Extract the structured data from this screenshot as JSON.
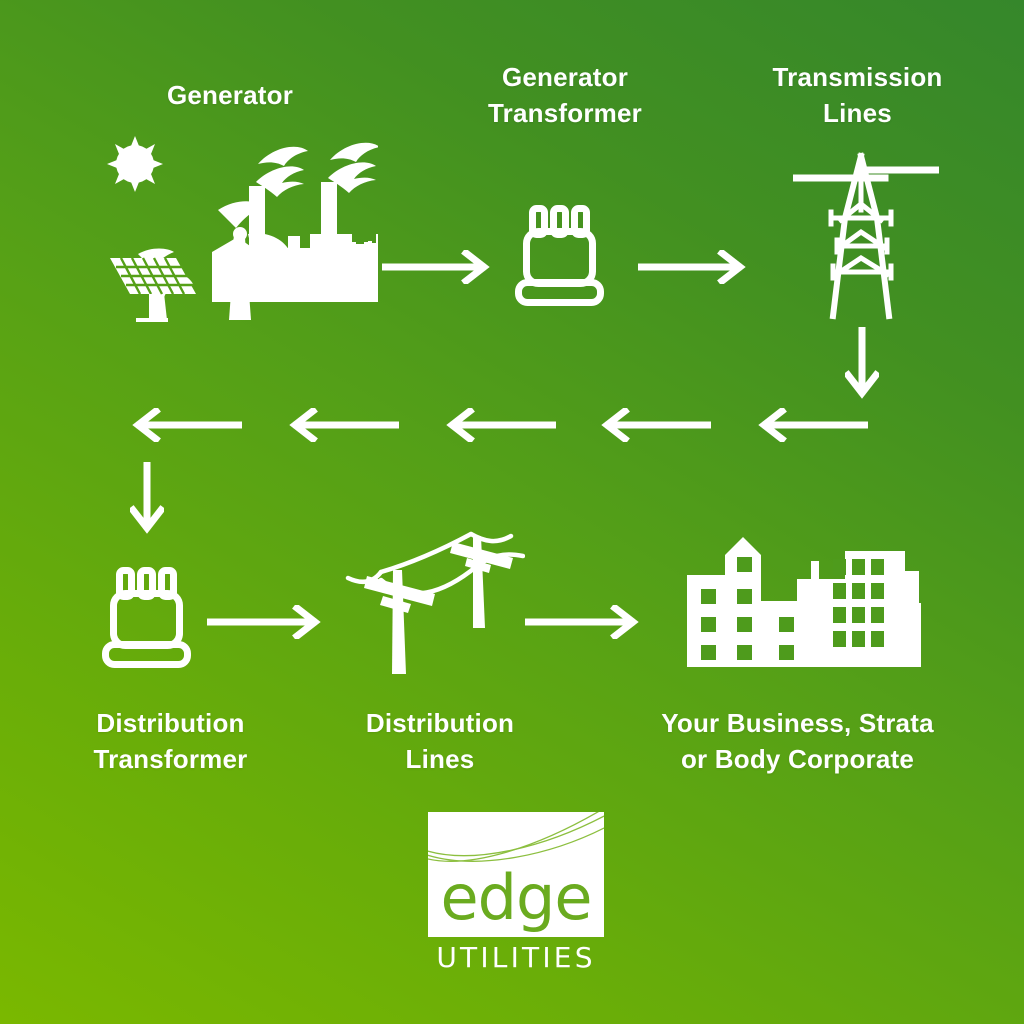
{
  "diagram": {
    "title": "Electricity supply chain flow",
    "background": {
      "gradient_from": "#7ab800",
      "gradient_to": "#35872b"
    },
    "text_color": "#ffffff",
    "stages": [
      {
        "id": "generator",
        "label": "Generator",
        "icon": "power-generation-icon"
      },
      {
        "id": "generator-transformer",
        "label": "Generator\nTransformer",
        "icon": "transformer-icon"
      },
      {
        "id": "transmission-lines",
        "label": "Transmission\nLines",
        "icon": "transmission-tower-icon"
      },
      {
        "id": "distribution-transformer",
        "label": "Distribution\nTransformer",
        "icon": "transformer-icon"
      },
      {
        "id": "distribution-lines",
        "label": "Distribution\nLines",
        "icon": "utility-poles-icon"
      },
      {
        "id": "customer",
        "label": "Your Business, Strata\nor Body Corporate",
        "icon": "buildings-icon"
      }
    ],
    "arrows": [
      {
        "id": "generator-to-generator-transformer",
        "direction": "right"
      },
      {
        "id": "generator-transformer-to-transmission",
        "direction": "right"
      },
      {
        "id": "transmission-down",
        "direction": "down"
      },
      {
        "id": "return-left-1",
        "direction": "left"
      },
      {
        "id": "return-left-2",
        "direction": "left"
      },
      {
        "id": "return-left-3",
        "direction": "left"
      },
      {
        "id": "return-left-4",
        "direction": "left"
      },
      {
        "id": "return-left-5",
        "direction": "left"
      },
      {
        "id": "left-down-to-distribution-transformer",
        "direction": "down"
      },
      {
        "id": "distribution-transformer-to-lines",
        "direction": "right"
      },
      {
        "id": "distribution-lines-to-customer",
        "direction": "right"
      }
    ]
  },
  "logo": {
    "word": "edge",
    "subtitle": "UTILITIES",
    "word_color": "#6aab1f",
    "box_color": "#ffffff"
  }
}
